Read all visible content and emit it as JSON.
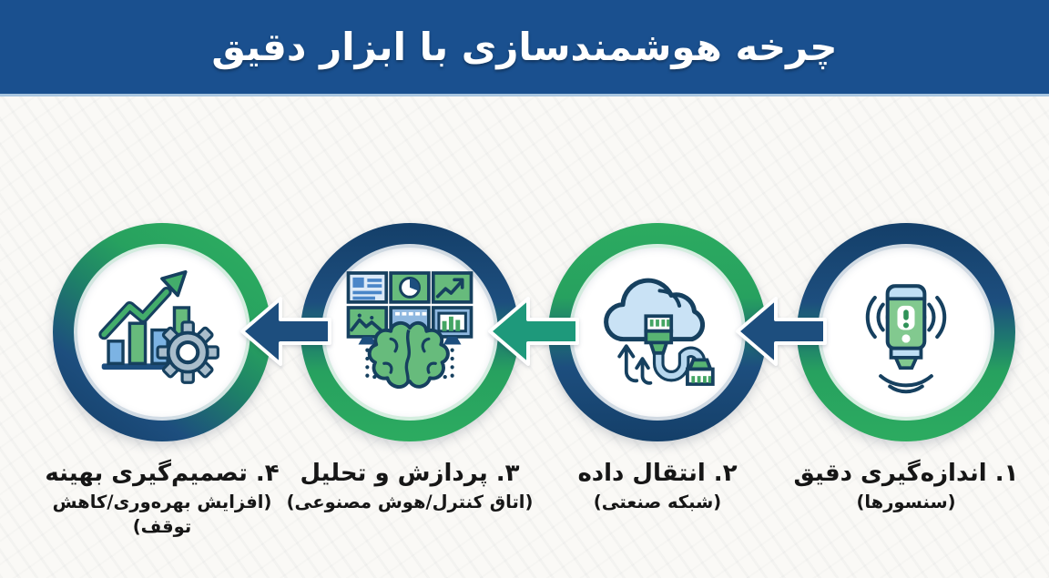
{
  "header": {
    "title": "چرخه هوشمندسازی با ابزار دقیق",
    "background_color": "#1a508f",
    "text_color": "#ffffff"
  },
  "colors": {
    "ring_navy": "#1d4e7e",
    "ring_green": "#27a15f",
    "icon_outline_navy": "#16405f",
    "icon_green": "#67bb7c",
    "icon_light_blue": "#c9e2f5",
    "gear_gray": "#a9bdcb",
    "label_text": "#161616",
    "page_background": "#faf9f6"
  },
  "steps": [
    {
      "number": "۱",
      "title": "۱. اندازه‌گیری دقیق",
      "subtitle": "(سنسورها)",
      "icon": "sensor-icon",
      "ring_style": "navy-top-green-bottom"
    },
    {
      "number": "۲",
      "title": "۲. انتقال داده",
      "subtitle": "(شبکه صنعتی)",
      "icon": "cloud-data-transfer-icon",
      "ring_style": "green-top-navy-bottom"
    },
    {
      "number": "۳",
      "title": "۳. پردازش و تحلیل",
      "subtitle": "(اتاق کنترل/هوش مصنوعی)",
      "icon": "control-room-brain-icon",
      "ring_style": "navy-top-green-bottom"
    },
    {
      "number": "۴",
      "title": "۴. تصمیم‌گیری بهینه",
      "subtitle": "(افزایش بهره‌وری/کاهش توقف)",
      "icon": "growth-gear-icon",
      "ring_style": "green-top-navy-bottom"
    }
  ],
  "arrows": [
    {
      "between": "step-1-and-step-2",
      "direction": "left",
      "color": "#1d4e7e"
    },
    {
      "between": "step-2-and-step-3",
      "direction": "left",
      "color": "#1e997b"
    },
    {
      "between": "step-3-and-step-4",
      "direction": "left",
      "color": "#1d4e7e"
    }
  ]
}
